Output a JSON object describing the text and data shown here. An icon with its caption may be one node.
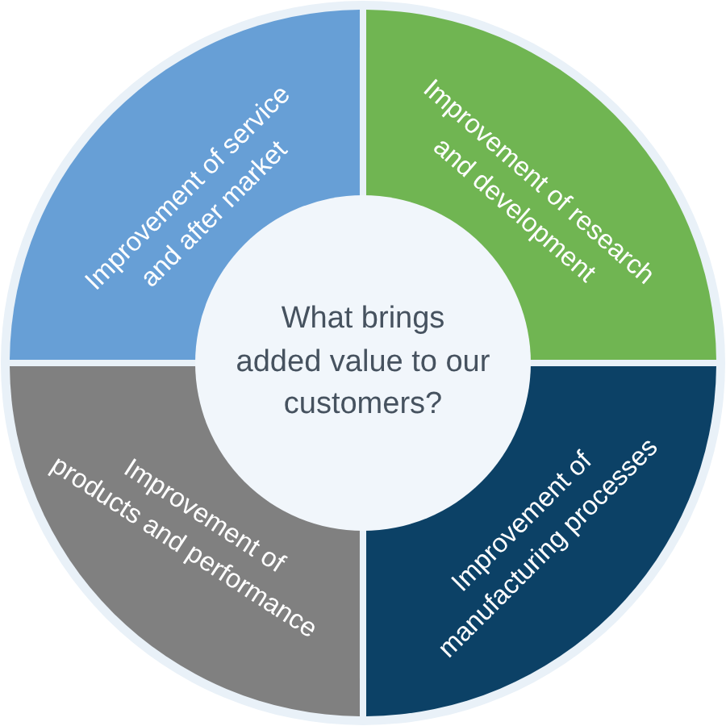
{
  "diagram": {
    "nodes": [
      {
        "text": [
          "Improvement of service and after market"
        ]
      },
      {
        "text": [
          "Improvement of research and development"
        ]
      },
      {
        "text": [
          "What brings added value to our customers?"
        ]
      },
      {
        "text": [
          "Improvement of products and performance"
        ]
      },
      {
        "text": [
          "Improvement of manufacturing processes"
        ]
      }
    ]
  }
}
